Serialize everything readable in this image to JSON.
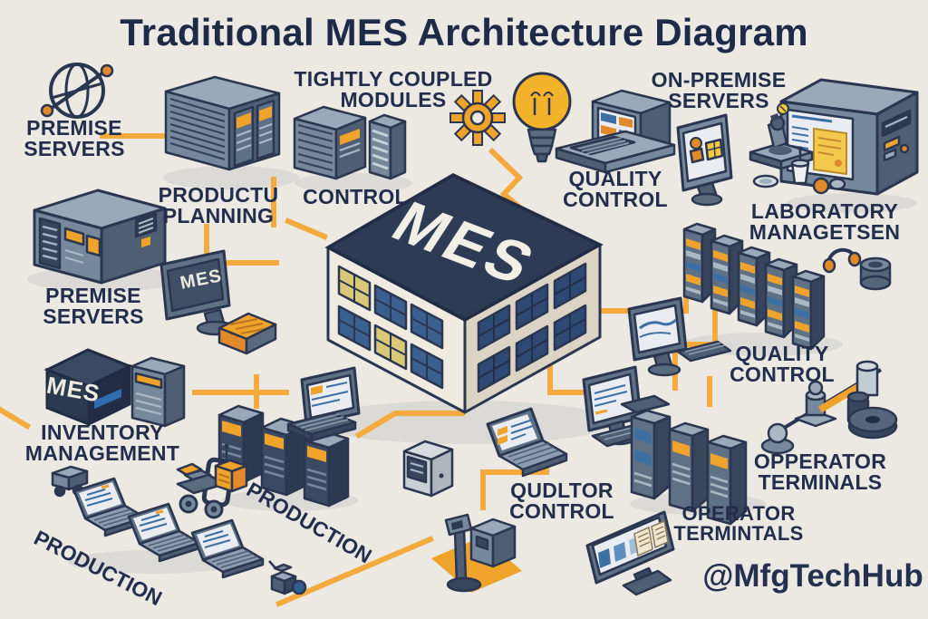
{
  "title": "Traditional MES Architecture Diagram",
  "watermark": "@MfgTechHub",
  "building": {
    "roof_label": "MES"
  },
  "devices": {
    "monitor_screen_label": "MES",
    "black_box_label": "MES"
  },
  "labels": {
    "premise_top": {
      "line1": "PREMISE",
      "line2": "SERVERS"
    },
    "productu_planning": {
      "line1": "PRODUCTU",
      "line2": "PLANNING"
    },
    "tightly_coupled": {
      "line1": "TIGHTLY COUPLED",
      "line2": "MODULES"
    },
    "control_left": {
      "line1": "CONTROL"
    },
    "quality_top": {
      "line1": "QUALITY",
      "line2": "CONTROL"
    },
    "on_premise": {
      "line1": "ON-PREMISE",
      "line2": "SERVERS"
    },
    "laboratory": {
      "line1": "LABORATORY",
      "line2": "MANAGETSEN"
    },
    "premise_mid": {
      "line1": "PREMISE",
      "line2": "SERVERS"
    },
    "quality_right": {
      "line1": "QUALITY",
      "line2": "CONTROL"
    },
    "inventory": {
      "line1": "INVENTORY",
      "line2": "MANAGEMENT"
    },
    "production_left": {
      "line1": "PRODUCTION"
    },
    "production_mid": {
      "line1": "PRODUCTION"
    },
    "qudltor": {
      "line1": "QUDLTOR",
      "line2": "CONTROL"
    },
    "operator_termintals": {
      "line1": "OPERATOR",
      "line2": "TERMINTALS"
    },
    "opperator_terminals": {
      "line1": "OPPERATOR",
      "line2": "TERMINALS"
    }
  },
  "colors": {
    "background": "#ECE9E3",
    "navy_text": "#232E4D",
    "connector_orange": "#F4AA3C",
    "accent_orange": "#F0A32B",
    "roof_navy": "#2E3B55",
    "steel_gray": "#76889B",
    "screen_light": "#E9EDF1",
    "window_blue": "#3A608F"
  },
  "icons": [
    "network-globe-icon",
    "gear-icon",
    "lightbulb-icon",
    "server-rack",
    "server-tower",
    "desktop-monitor",
    "keyboard",
    "laptop",
    "forklift",
    "truck-icon",
    "conveyor-pulley",
    "microscope-icon",
    "beaker-icon",
    "headphone-icon",
    "scale-machine",
    "mes-building",
    "handcart-icon"
  ]
}
